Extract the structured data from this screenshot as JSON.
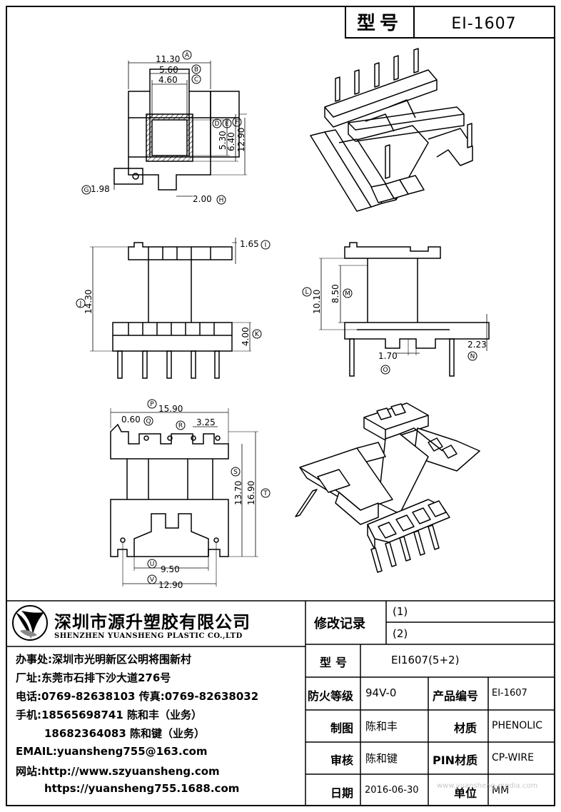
{
  "header": {
    "model_label": "型号",
    "model_value": "EI-1607"
  },
  "dims": {
    "A": "11.30",
    "B": "5.60",
    "C": "4.60",
    "D": "5.30",
    "E": "6.40",
    "F": "12.90",
    "G": "1.98",
    "H": "2.00",
    "I": "1.65",
    "J": "14.30",
    "K": "4.00",
    "L": "10.10",
    "M": "8.50",
    "N": "2.23",
    "O": "1.70",
    "P": "15.90",
    "Q": "0.60",
    "R": "3.25",
    "S": "13.70",
    "T": "16.90",
    "U": "9.50",
    "V": "12.90"
  },
  "company": {
    "name_cn": "深圳市源升塑胶有限公司",
    "name_en": "SHENZHEN YUANSHENG PLASTIC CO.,LTD",
    "office": "办事处:深圳市光明新区公明将围新村",
    "factory": "厂址:东莞市石排下沙大道276号",
    "phone": "电话:0769-82638103 传真:0769-82638032",
    "mobile1": "手机:18565698741 陈和丰（业务）",
    "mobile2": "18682364083 陈和键（业务）",
    "email": "EMAIL:yuansheng755@163.com",
    "web1": "网站:http://www.szyuansheng.com",
    "web2": "https://yuansheng755.1688.com"
  },
  "revisions": {
    "label": "修改记录",
    "r1": "(1)",
    "r2": "(2)"
  },
  "info": {
    "model_label": "型号",
    "model_value": "EI1607(5+2)",
    "flame_label": "防火等级",
    "flame_value": "94V-0",
    "code_label": "产品编号",
    "code_value": "EI-1607",
    "drawn_label": "制图",
    "drawn_value": "陈和丰",
    "material_label": "材质",
    "material_value": "PHENOLIC",
    "check_label": "审核",
    "check_value": "陈和键",
    "pin_label": "PIN材质",
    "pin_value": "CP-WIRE",
    "date_label": "日期",
    "date_value": "2016-06-30",
    "unit_label": "单位",
    "unit_value": "MM"
  },
  "watermark": "www.yuansheng-media.com"
}
